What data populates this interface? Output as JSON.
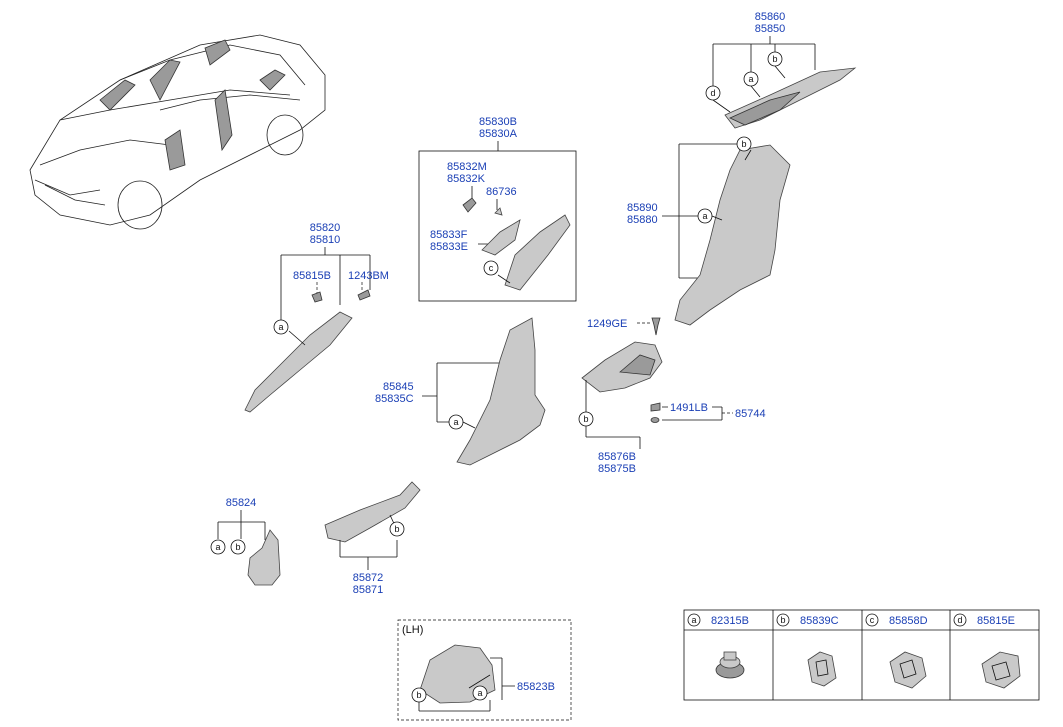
{
  "labels": {
    "p85860": "85860",
    "p85850": "85850",
    "p85830B": "85830B",
    "p85830A": "85830A",
    "p85832M": "85832M",
    "p85832K": "85832K",
    "p86736": "86736",
    "p85833F": "85833F",
    "p85833E": "85833E",
    "p85890": "85890",
    "p85880": "85880",
    "p85820": "85820",
    "p85810": "85810",
    "p85815B": "85815B",
    "p1243BM": "1243BM",
    "p1249GE": "1249GE",
    "p85845": "85845",
    "p85835C": "85835C",
    "p1491LB": "1491LB",
    "p85744": "85744",
    "p85876B": "85876B",
    "p85875B": "85875B",
    "p85824": "85824",
    "p85872": "85872",
    "p85871": "85871",
    "lh": "(LH)",
    "p85823B": "85823B"
  },
  "callouts": {
    "a": "a",
    "b": "b",
    "c": "c",
    "d": "d"
  },
  "legend": [
    {
      "letter": "a",
      "part": "82315B"
    },
    {
      "letter": "b",
      "part": "85839C"
    },
    {
      "letter": "c",
      "part": "85858D"
    },
    {
      "letter": "d",
      "part": "85815E"
    }
  ]
}
